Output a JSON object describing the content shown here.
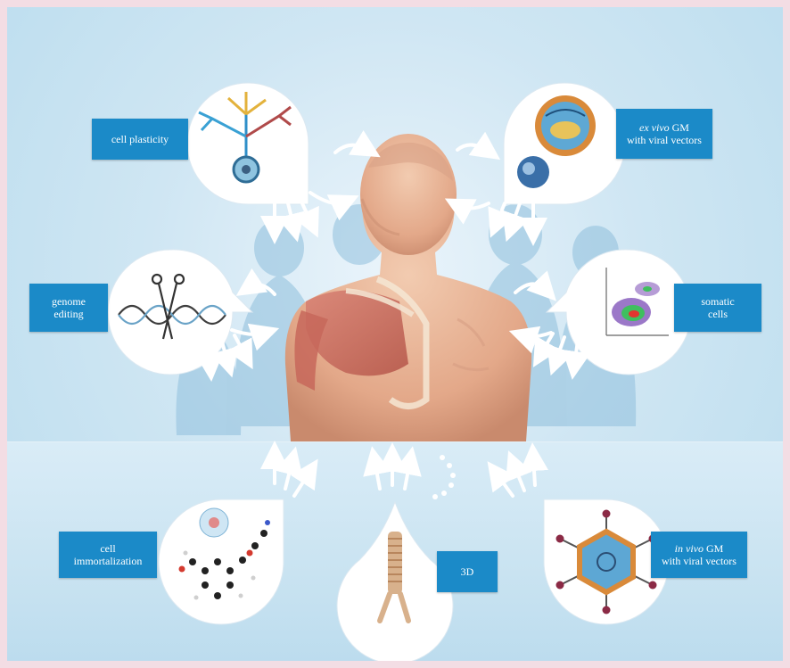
{
  "panels": {
    "cell_plasticity": {
      "label": "cell plasticity"
    },
    "ex_vivo_gm": {
      "label_italic": "ex vivo",
      "label_rest": " GM",
      "label_line2": "with viral vectors"
    },
    "genome_editing": {
      "label_line1": "genome",
      "label_line2": "editing"
    },
    "somatic_cells": {
      "label_line1": "somatic",
      "label_line2": "cells"
    },
    "cell_immortalization": {
      "label_line1": "cell",
      "label_line2": "immortalization"
    },
    "three_d": {
      "label": "3D"
    },
    "in_vivo_gm": {
      "label_italic": "in vivo",
      "label_rest": " GM",
      "label_line2": "with viral vectors"
    }
  },
  "colors": {
    "label_blue": "#1b8ac8",
    "background": "#cfe6f3",
    "arrow": "#ffffff",
    "skin": "#e9b89a",
    "muscle": "#c86a5c"
  }
}
